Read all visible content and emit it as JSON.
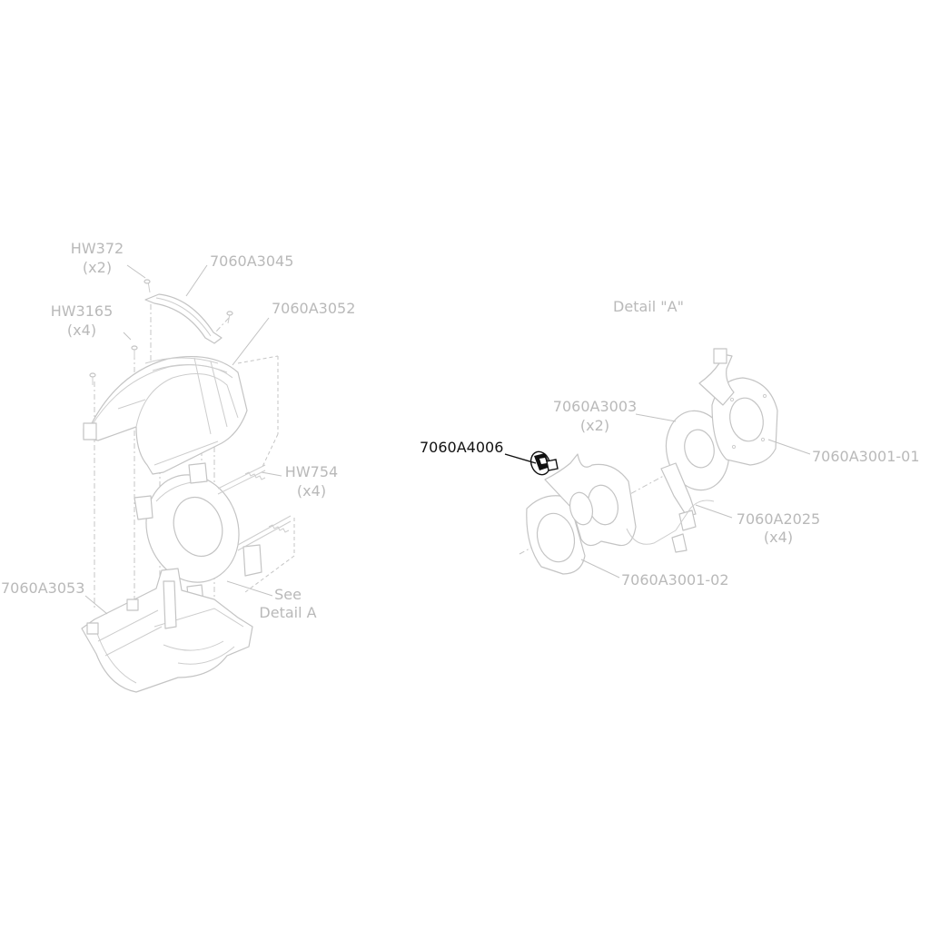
{
  "labels": {
    "hw372": "HW372",
    "hw372_qty": "(x2)",
    "p3045": "7060A3045",
    "hw3165": "HW3165",
    "hw3165_qty": "(x4)",
    "p3052": "7060A3052",
    "hw754": "HW754",
    "hw754_qty": "(x4)",
    "p3053": "7060A3053",
    "see": "See",
    "detail_a_ref": "Detail A",
    "detail_title": "Detail \"A\"",
    "p3003": "7060A3003",
    "p3003_qty": "(x2)",
    "p4006": "7060A4006",
    "p3001_01": "7060A3001-01",
    "p2025": "7060A2025",
    "p2025_qty": "(x4)",
    "p3001_02": "7060A3001-02"
  },
  "highlighted_part": "7060A4006",
  "colors": {
    "line": "#c4c4c4",
    "label": "#b9b9b9",
    "highlight": "#111111"
  }
}
